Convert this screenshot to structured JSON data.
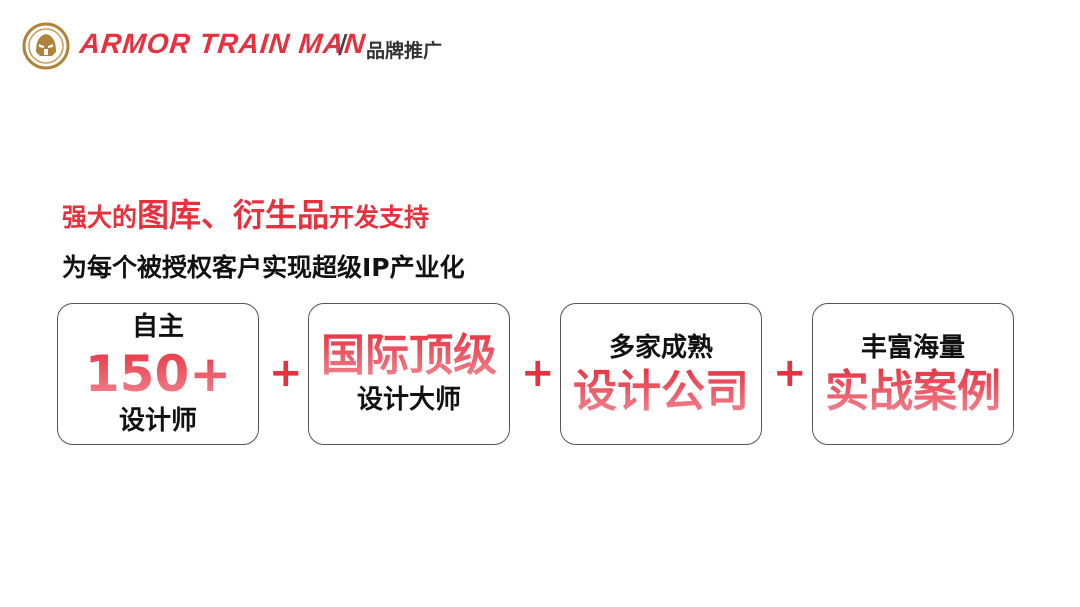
{
  "header": {
    "brand": "ARMOR TRAIN MAN",
    "separator": "/",
    "section": "品牌推广"
  },
  "headline": {
    "part1": "强大的",
    "part2": "图库、衍生品",
    "part3": "开发支持"
  },
  "subline": "为每个被授权客户实现超级IP产业化",
  "cards": [
    {
      "top": "自主",
      "highlight": "150+",
      "bottom": "设计师"
    },
    {
      "highlight": "国际顶级",
      "bottom": "设计大师"
    },
    {
      "top": "多家成熟",
      "highlight": "设计公司"
    },
    {
      "top": "丰富海量",
      "highlight": "实战案例"
    }
  ],
  "plus_sign": "+",
  "colors": {
    "accent": "#e8313f",
    "logo_gold": "#b0833c"
  }
}
